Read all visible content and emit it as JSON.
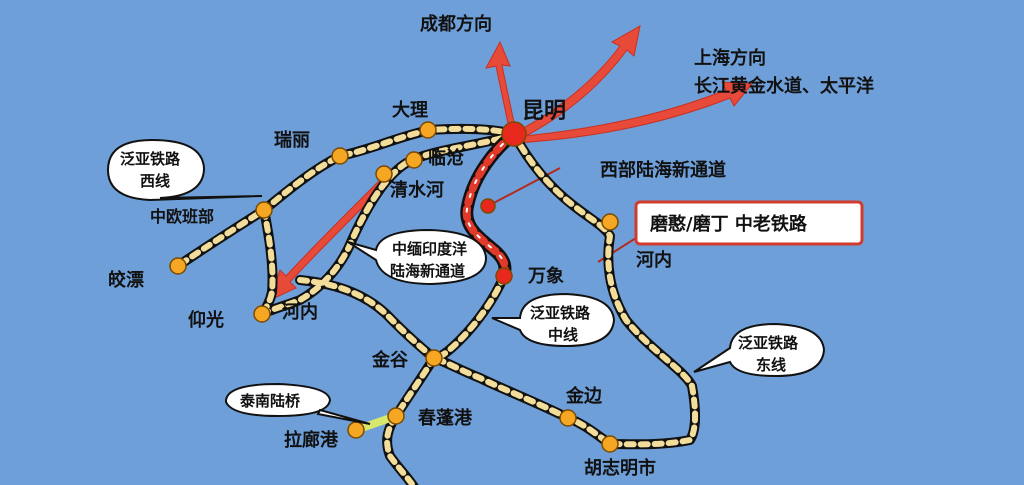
{
  "map": {
    "background": "#6f9fd8",
    "rail_colors": {
      "track": "#111111",
      "tie": "#f2dd9a",
      "highlight": "#e23a2a",
      "station": "#f5a623",
      "hub": "#e8281c",
      "arrow": "#e84a3a"
    },
    "directions": {
      "chengdu": "成都方向",
      "shanghai": "上海方向",
      "yangtze": "长江黄金水道、太平洋"
    },
    "stations": {
      "kunming": "昆明",
      "dali": "大理",
      "ruili": "瑞丽",
      "lincang": "临沧",
      "qingshuihe": "清水河",
      "zhongou": "中欧班部",
      "jiaopiao": "皎漂",
      "yangguang": "仰光",
      "hanoi_w": "河内",
      "wanxiang": "万象",
      "jingu": "金谷",
      "chunpeng": "春蓬港",
      "laliang": "拉廊港",
      "jinbian": "金边",
      "hcmc": "胡志明市",
      "hanoi_e": "河内"
    },
    "callouts": {
      "west_line": [
        "泛亚铁路",
        "西线"
      ],
      "myanmar_india": [
        "中缅印度洋",
        "陆海新通道"
      ],
      "mid_line": [
        "泛亚铁路",
        "中线"
      ],
      "east_line": [
        "泛亚铁路",
        "东线"
      ],
      "thai_bridge": "泰南陆桥",
      "western_corridor": "西部陆海新通道",
      "china_laos": "磨憨/磨丁  中老铁路"
    }
  }
}
